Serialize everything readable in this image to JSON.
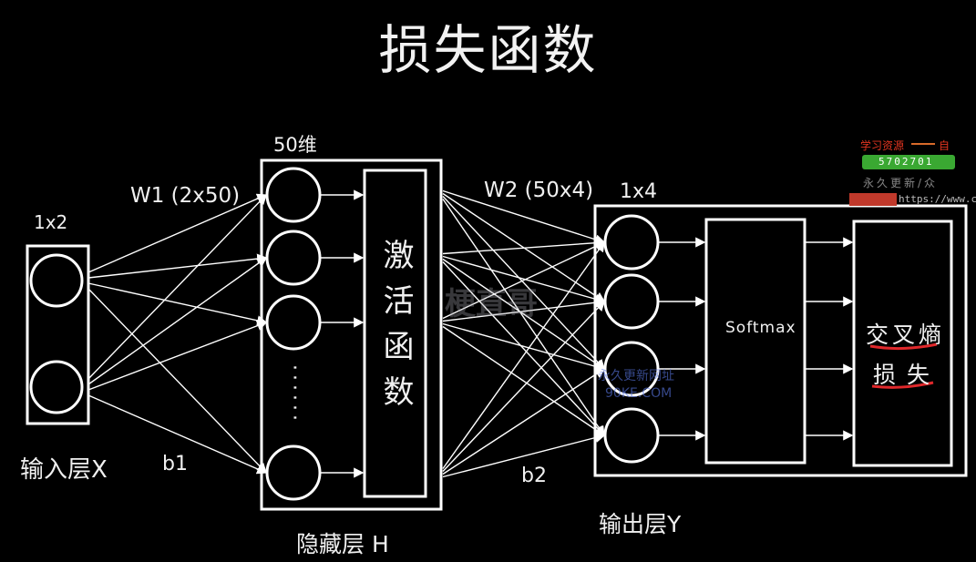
{
  "title": "损失函数",
  "input_layer": {
    "dim": "1x2",
    "label": "输入层X"
  },
  "weights1": {
    "label": "W1 (2x50)",
    "bias": "b1"
  },
  "hidden_layer": {
    "dim": "50维",
    "label": "隐藏层 H",
    "dots": "······",
    "activation": "激活函数"
  },
  "weights2": {
    "label": "W2 (50x4)",
    "bias": "b2"
  },
  "output_layer": {
    "dim": "1x4",
    "label": "输出层Y"
  },
  "softmax": {
    "label": "Softmax"
  },
  "loss": {
    "line1": "交叉熵",
    "line2": "损失"
  },
  "watermarks": {
    "center": "梗直哥",
    "blue1": "永久更新网址",
    "blue2": "90KE.COM"
  },
  "top_right_badge": {
    "line1": "学习资源",
    "line1_tail": "自",
    "qq": "5702701",
    "line3": "永久更新/众",
    "url": "https://www.c"
  },
  "colors": {
    "background": "#000000",
    "stroke": "#ffffff",
    "underline": "#e0282b",
    "badge_green": "#3aa832"
  }
}
